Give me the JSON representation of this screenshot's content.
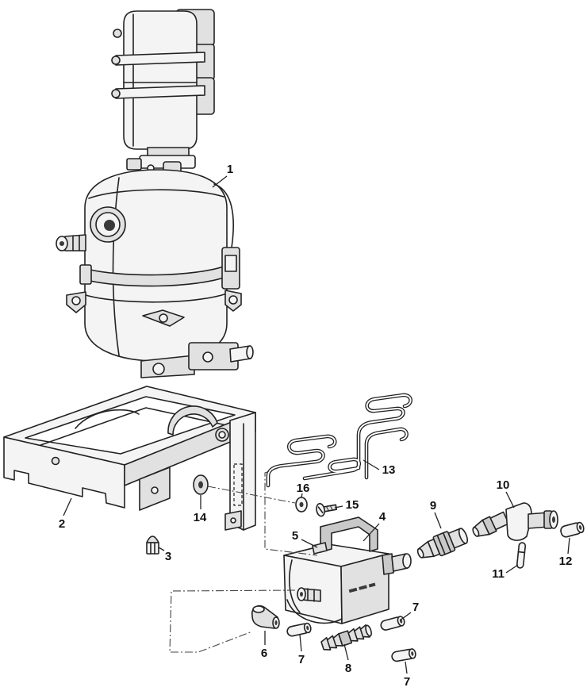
{
  "diagram": {
    "callouts": {
      "item_1": "1",
      "item_2": "2",
      "item_3": "3",
      "item_4": "4",
      "item_5": "5",
      "item_6": "6",
      "item_7a": "7",
      "item_7b": "7",
      "item_7c": "7",
      "item_8": "8",
      "item_9": "9",
      "item_10": "10",
      "item_11": "11",
      "item_12": "12",
      "item_13": "13",
      "item_14": "14",
      "item_15": "15",
      "item_16": "16"
    }
  },
  "colors": {
    "line": "#222222",
    "background": "#ffffff"
  }
}
